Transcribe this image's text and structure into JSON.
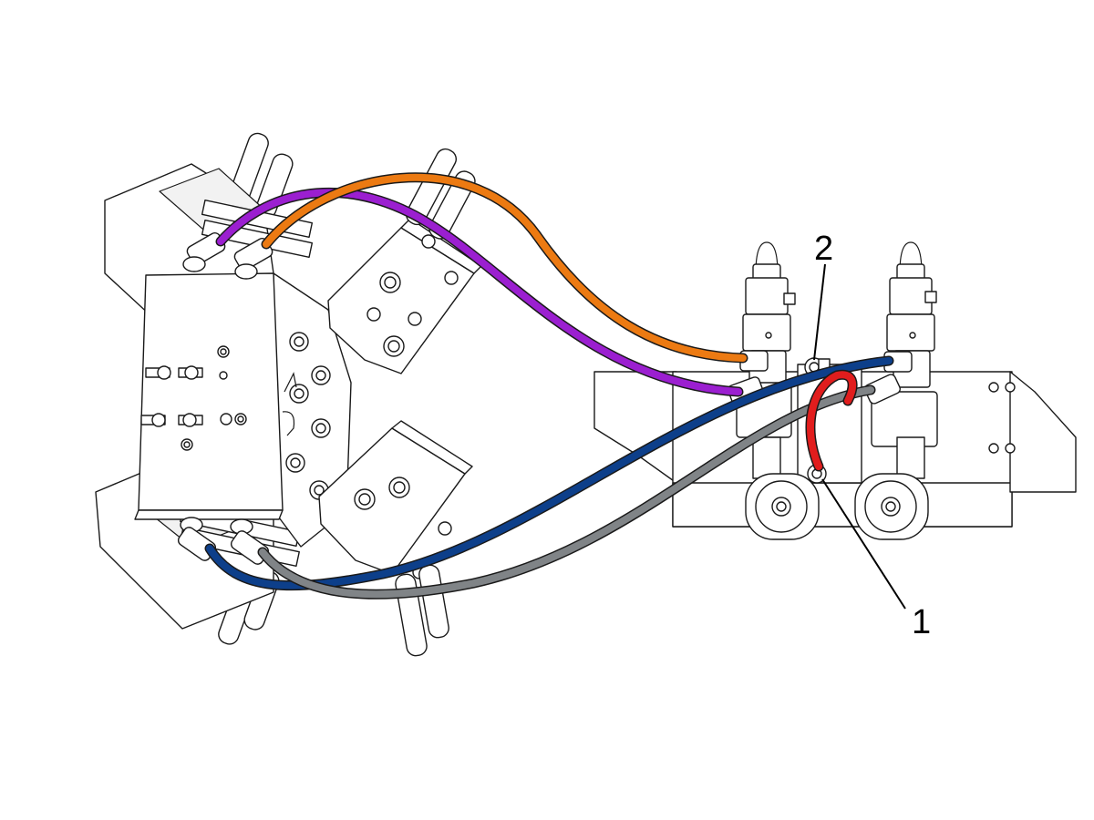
{
  "callouts": [
    {
      "id": "1",
      "label": "1"
    },
    {
      "id": "2",
      "label": "2"
    }
  ],
  "hoses": [
    {
      "name": "purple-hose",
      "color": "#9b1fd0"
    },
    {
      "name": "orange-hose",
      "color": "#ec7a12"
    },
    {
      "name": "blue-hose",
      "color": "#0d3f8a"
    },
    {
      "name": "gray-hose",
      "color": "#808487"
    },
    {
      "name": "red-hose",
      "color": "#e11d1d"
    }
  ],
  "colors": {
    "line": "#1a1a1a",
    "part_fill": "#ffffff"
  }
}
